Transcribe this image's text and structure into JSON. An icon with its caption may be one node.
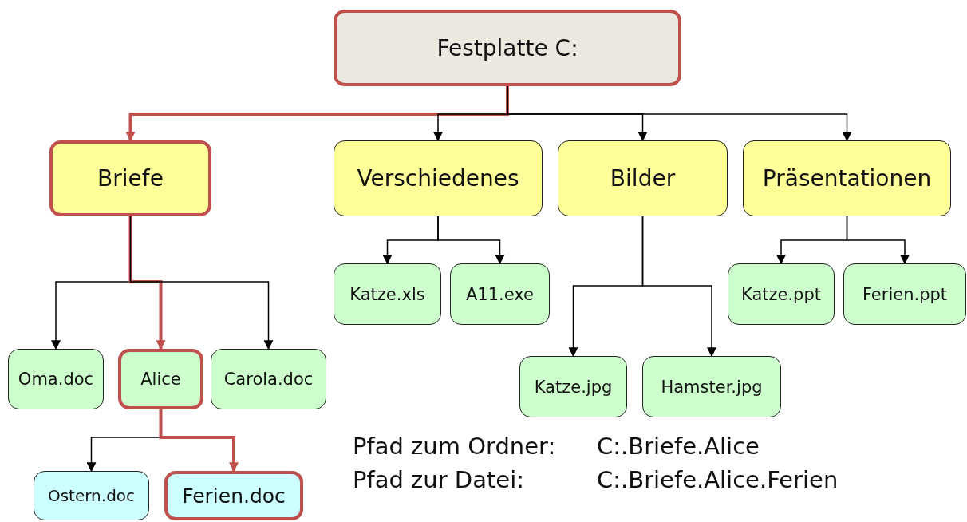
{
  "diagram": {
    "nodes": [
      {
        "text": [
          "Festplatte C:"
        ]
      },
      {
        "text": [
          "Briefe"
        ]
      },
      {
        "text": [
          "Verschiedenes"
        ]
      },
      {
        "text": [
          "Bilder"
        ]
      },
      {
        "text": [
          "Präsentationen"
        ]
      },
      {
        "text": [
          "Oma.doc"
        ]
      },
      {
        "text": [
          "Alice"
        ]
      },
      {
        "text": [
          "Carola.doc"
        ]
      },
      {
        "text": [
          "Katze.xls"
        ]
      },
      {
        "text": [
          "A11.exe"
        ]
      },
      {
        "text": [
          "Katze.jpg"
        ]
      },
      {
        "text": [
          "Hamster.jpg"
        ]
      },
      {
        "text": [
          "Katze.ppt"
        ]
      },
      {
        "text": [
          "Ferien.ppt"
        ]
      },
      {
        "text": [
          "Ostern.doc"
        ]
      },
      {
        "text": [
          "Ferien.doc"
        ]
      }
    ],
    "edges": [
      {
        "from": 0,
        "to": 1,
        "arrow": "to",
        "style": "thick",
        "color": "#c0504d"
      },
      {
        "from": 0,
        "to": 2,
        "arrow": "to"
      },
      {
        "from": 0,
        "to": 3,
        "arrow": "to"
      },
      {
        "from": 0,
        "to": 4,
        "arrow": "to"
      },
      {
        "from": 1,
        "to": 5,
        "arrow": "to"
      },
      {
        "from": 1,
        "to": 6,
        "arrow": "to",
        "style": "thick",
        "color": "#c0504d"
      },
      {
        "from": 1,
        "to": 7,
        "arrow": "to"
      },
      {
        "from": 2,
        "to": 8,
        "arrow": "to"
      },
      {
        "from": 2,
        "to": 9,
        "arrow": "to"
      },
      {
        "from": 3,
        "to": 10,
        "arrow": "to"
      },
      {
        "from": 3,
        "to": 11,
        "arrow": "to"
      },
      {
        "from": 4,
        "to": 12,
        "arrow": "to"
      },
      {
        "from": 4,
        "to": 13,
        "arrow": "to"
      },
      {
        "from": 6,
        "to": 14,
        "arrow": "to"
      },
      {
        "from": 6,
        "to": 15,
        "arrow": "to",
        "style": "thick",
        "color": "#c0504d"
      }
    ],
    "labels": [
      "Pfad zum Ordner:",
      "C:.Briefe.Alice",
      "Pfad zur Datei:",
      "C:.Briefe.Alice.Ferien"
    ]
  }
}
